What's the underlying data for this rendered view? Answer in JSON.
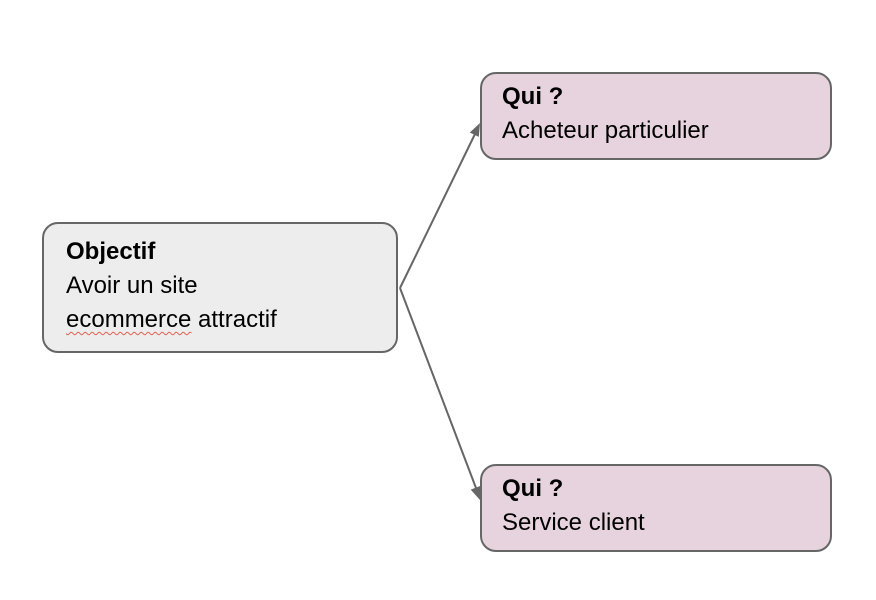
{
  "diagram": {
    "objectif_node": {
      "title": "Objectif",
      "line1": "Avoir un site",
      "misspelled_word": "ecommerce",
      "line2_rest": " attractif"
    },
    "qui_top_node": {
      "title": "Qui ?",
      "subtitle": "Acheteur particulier"
    },
    "qui_bottom_node": {
      "title": "Qui ?",
      "subtitle": "Service client"
    }
  },
  "colors": {
    "canvas-bg": "#ffffff",
    "node-gray-fill": "#ededed",
    "node-pink-fill": "#e6d3de",
    "node-border": "#666666",
    "arrow-color": "#666666",
    "text-color": "#000000",
    "spellcheck-underline": "#e0604f"
  }
}
